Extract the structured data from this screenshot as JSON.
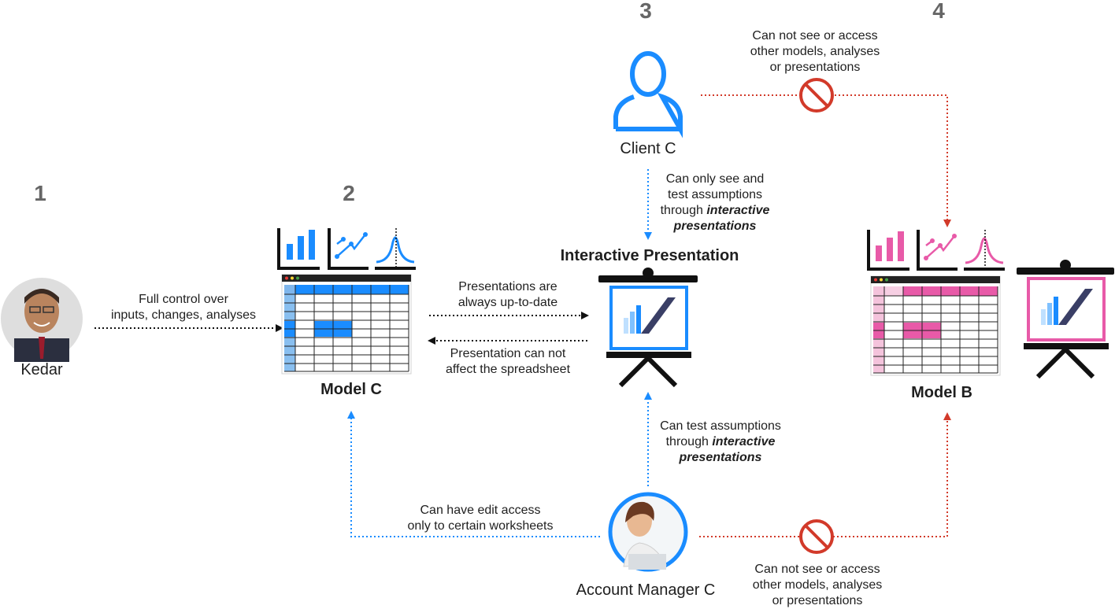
{
  "steps": {
    "one": "1",
    "two": "2",
    "three": "3",
    "four": "4"
  },
  "people": {
    "kedar": "Kedar",
    "client": "Client C",
    "account_manager": "Account Manager C"
  },
  "models": {
    "model_c": "Model C",
    "model_b": "Model B",
    "interactive_presentation": "Interactive Presentation"
  },
  "edges": {
    "kedar_to_model": [
      "Full control over",
      "inputs, changes, analyses"
    ],
    "model_to_presentation": [
      "Presentations are",
      "always up-to-date"
    ],
    "presentation_to_model": [
      "Presentation can not",
      "affect the spreadsheet"
    ],
    "client_to_presentation": {
      "lines": [
        "Can only see and",
        "test assumptions"
      ],
      "line3_prefix": "through ",
      "line3_emphasis": "interactive",
      "line4_emphasis": "presentations"
    },
    "client_blocked": [
      "Can not see or access",
      "other models, analyses",
      "or presentations"
    ],
    "manager_to_presentation": {
      "line1": "Can test assumptions",
      "line2_prefix": "through ",
      "line2_emphasis": "interactive",
      "line3_emphasis": "presentations"
    },
    "manager_to_model": [
      "Can have edit access",
      "only to certain worksheets"
    ],
    "manager_blocked": [
      "Can not see or access",
      "other models, analyses",
      "or presentations"
    ]
  },
  "colors": {
    "blue": "#1a8cff",
    "pink": "#e85aa8",
    "red": "#d23a2a",
    "dark": "#111111",
    "gray_number": "#666666"
  },
  "icons": {
    "person": "person-outline-icon",
    "blocked": "no-entry-icon",
    "bar_chart": "bar-chart-icon",
    "line_chart": "line-chart-icon",
    "bell_curve": "bell-curve-icon",
    "spreadsheet": "spreadsheet-icon",
    "presentation": "presentation-board-icon"
  }
}
